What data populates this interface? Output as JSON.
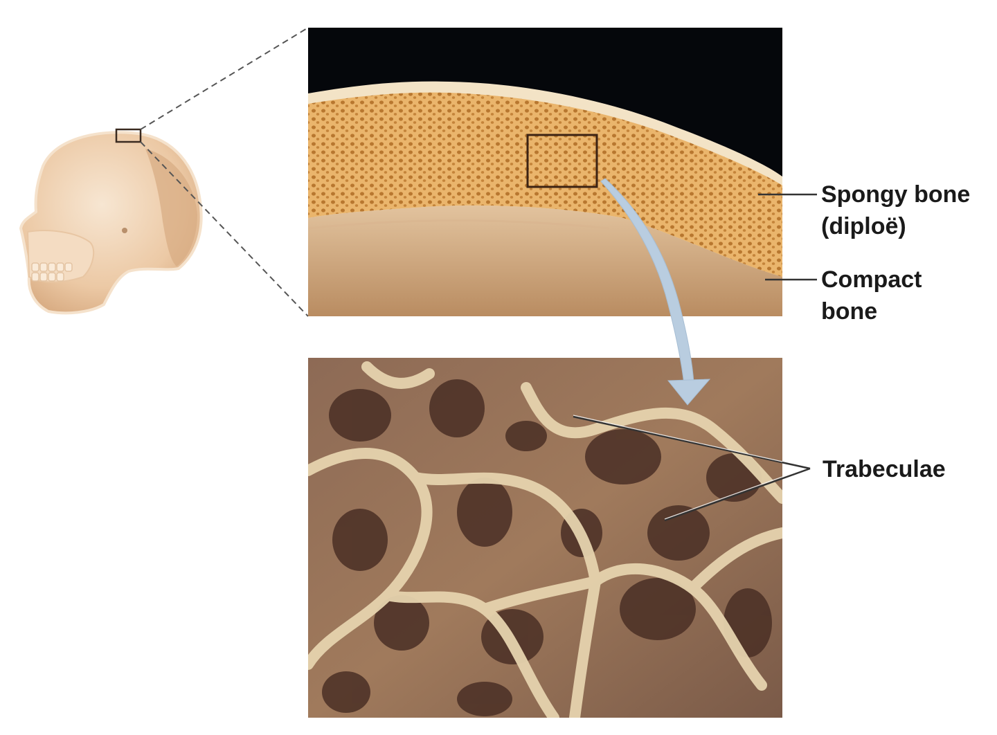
{
  "figure": {
    "description": "Flat bones of the skull: spongy bone (diploë) sandwiched between compact bone, with magnified view of trabeculae",
    "labels": {
      "spongy_bone_line1": "Spongy bone",
      "spongy_bone_line2": "(diploë)",
      "compact_bone_line1": "Compact",
      "compact_bone_line2": "bone",
      "trabeculae": "Trabeculae"
    },
    "panels": [
      {
        "id": "skull-illustration",
        "content": "Lateral view of skull, sectioned, with small box marking region of parietal bone"
      },
      {
        "id": "top-photo",
        "content": "Cross-section of skull bone showing spongy bone between compact bone layers, with box marking magnified region"
      },
      {
        "id": "bottom-photo",
        "content": "Magnified view of trabeculae of spongy bone"
      }
    ],
    "colors": {
      "background": "#ffffff",
      "label_text": "#1a1a1a",
      "skull_fill": "#f1d6b8",
      "skull_shadow": "#d9b18a",
      "spongy": "#e7b56e",
      "compact": "#cfa47a",
      "photo_black": "#05070b",
      "arrow": "#b9cde0",
      "trabecula": "#e8d7b4",
      "cavity": "#7a5444"
    }
  }
}
